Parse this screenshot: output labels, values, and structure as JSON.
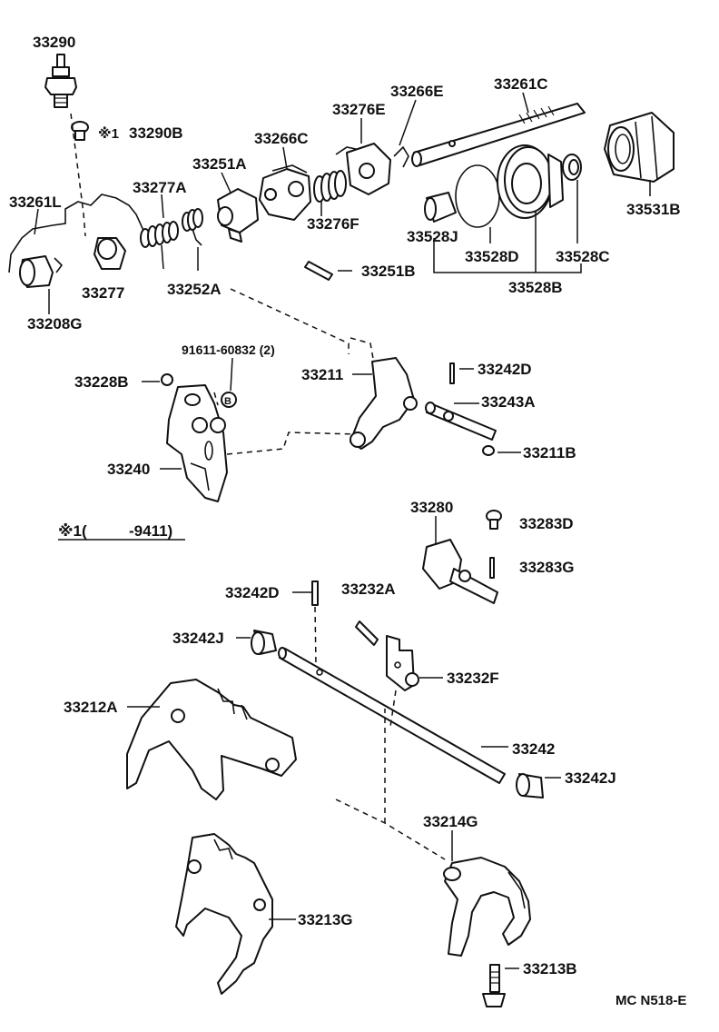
{
  "diagram": {
    "code": "MC N518-E",
    "footnote": {
      "marker": "※1(",
      "range": "-9411)"
    },
    "labels": {
      "p33290": "33290",
      "p33290B_marker": "※1",
      "p33290B": "33290B",
      "p33261L": "33261L",
      "p33277A": "33277A",
      "p33251A": "33251A",
      "p33266C": "33266C",
      "p33276E": "33276E",
      "p33266E": "33266E",
      "p33261C": "33261C",
      "p33531B": "33531B",
      "p33276F": "33276F",
      "p33528J": "33528J",
      "p33528D": "33528D",
      "p33528C": "33528C",
      "p33528B": "33528B",
      "p33251B": "33251B",
      "p33277": "33277",
      "p33252A": "33252A",
      "p33208G": "33208G",
      "p91611": "91611-60832 (2)",
      "p33228B": "33228B",
      "p33211": "33211",
      "p33242D_top": "33242D",
      "p33243A": "33243A",
      "p33211B": "33211B",
      "p33240": "33240",
      "p33280": "33280",
      "p33283D": "33283D",
      "p33283G": "33283G",
      "p33242D": "33242D",
      "p33232A": "33232A",
      "p33242J_left": "33242J",
      "p33232F": "33232F",
      "p33212A": "33212A",
      "p33242": "33242",
      "p33242J_right": "33242J",
      "p33214G": "33214G",
      "p33213G": "33213G",
      "p33213B": "33213B",
      "bolt_marker": "B"
    }
  }
}
